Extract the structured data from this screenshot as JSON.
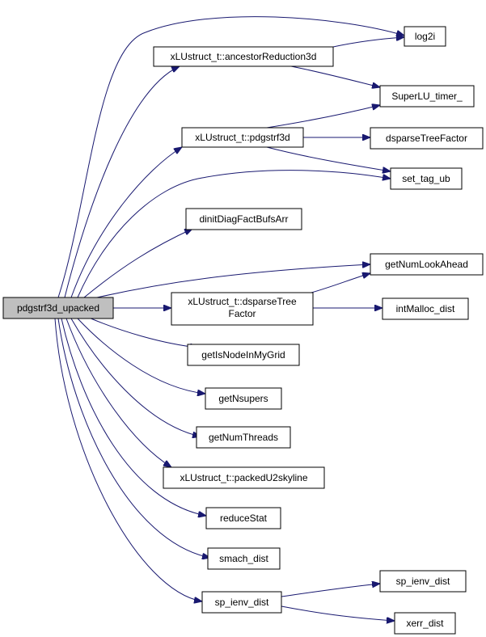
{
  "graph": {
    "edge_color": "#191970",
    "root_fill": "#bfbfbf",
    "node_fill": "#ffffff",
    "nodes": {
      "root": {
        "label": "pdgstrf3d_upacked"
      },
      "log2i": {
        "label": "log2i"
      },
      "ancestor": {
        "label": "xLUstruct_t::ancestorReduction3d"
      },
      "timer": {
        "label": "SuperLU_timer_"
      },
      "pdgstrf3d": {
        "label": "xLUstruct_t::pdgstrf3d"
      },
      "dsparseTreeFactor": {
        "label": "dsparseTreeFactor"
      },
      "settag": {
        "label": "set_tag_ub"
      },
      "dinit": {
        "label": "dinitDiagFactBufsArr"
      },
      "lookahead": {
        "label": "getNumLookAhead"
      },
      "dsparse_m": {
        "label1": "xLUstruct_t::dsparseTree",
        "label2": "Factor"
      },
      "intmalloc": {
        "label": "intMalloc_dist"
      },
      "isnode": {
        "label": "getIsNodeInMyGrid"
      },
      "nsupers": {
        "label": "getNsupers"
      },
      "threads": {
        "label": "getNumThreads"
      },
      "packed": {
        "label": "xLUstruct_t::packedU2skyline"
      },
      "reduce": {
        "label": "reduceStat"
      },
      "smach": {
        "label": "smach_dist"
      },
      "spienv1": {
        "label": "sp_ienv_dist"
      },
      "spienv2": {
        "label": "sp_ienv_dist"
      },
      "xerr": {
        "label": "xerr_dist"
      }
    }
  }
}
